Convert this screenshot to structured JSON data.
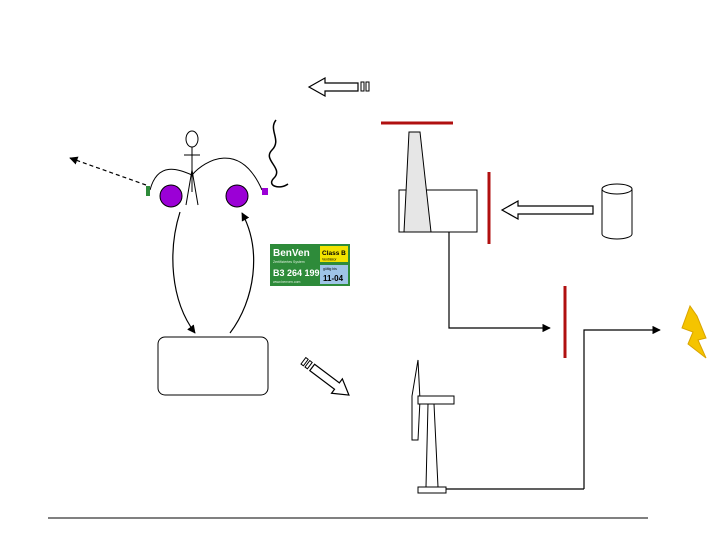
{
  "license_plate": {
    "brand": "BenVen",
    "class_badge": "Class B",
    "class_badge_sub": "Ventilator",
    "tagline": "Zertifiziertes System",
    "number": "B3 264 199",
    "website": "www.benven.com",
    "expiry_label": "gültig bis",
    "expiry": "11-04"
  },
  "colors": {
    "lung": "#9b00d6",
    "red_bar": "#b01010",
    "plate_green": "#2e8b3a",
    "plate_yellow": "#f2e300",
    "plate_blue": "#9fc4e6",
    "bolt": "#f5c400",
    "line": "#000000"
  },
  "icons": [
    "person-figure-icon",
    "lung-left-icon",
    "lung-right-icon",
    "wavy-cable-icon",
    "monitor-box-icon",
    "chimney-unit-icon",
    "cylinder-tank-icon",
    "wind-turbine-icon",
    "lightning-bolt-icon"
  ]
}
